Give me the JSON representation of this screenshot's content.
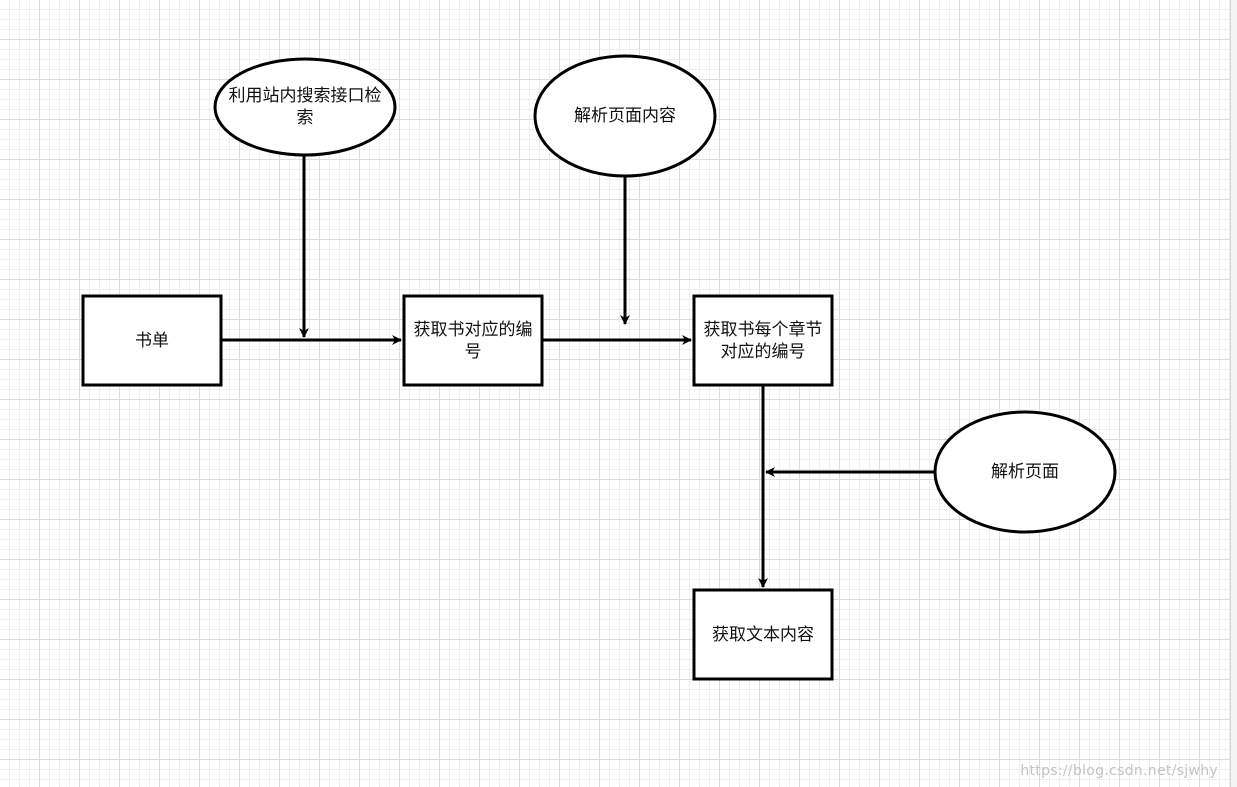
{
  "nodes": {
    "shudan": "书单",
    "get_book_id": "获取书对应的编号",
    "get_chapter_id": "获取书每个章节对应的编号",
    "get_text": "获取文本内容",
    "site_search": "利用站内搜索接口检索",
    "parse_page_content": "解析页面内容",
    "parse_page": "解析页面"
  },
  "watermark": "https://blog.csdn.net/sjwhy",
  "colors": {
    "stroke": "#000000",
    "fill": "#ffffff",
    "grid": "#dcdcdc"
  }
}
